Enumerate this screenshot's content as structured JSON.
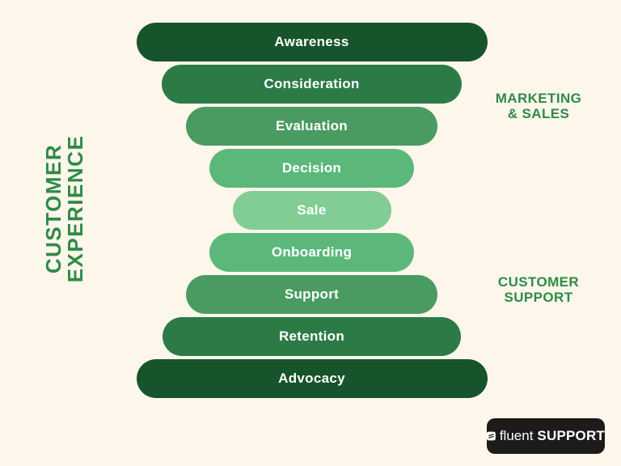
{
  "vertical_title": {
    "line1": "CUSTOMER",
    "line2": "EXPERIENCE"
  },
  "funnel": {
    "stages": [
      {
        "label": "Awareness",
        "color": "#17542C"
      },
      {
        "label": "Consideration",
        "color": "#2C7B47"
      },
      {
        "label": "Evaluation",
        "color": "#4A9B62"
      },
      {
        "label": "Decision",
        "color": "#5CB87A"
      },
      {
        "label": "Sale",
        "color": "#82CD96"
      },
      {
        "label": "Onboarding",
        "color": "#5CB87A"
      },
      {
        "label": "Support",
        "color": "#4A9B62"
      },
      {
        "label": "Retention",
        "color": "#2C7B47"
      },
      {
        "label": "Advocacy",
        "color": "#17542C"
      }
    ]
  },
  "side_labels": {
    "marketing_sales": {
      "line1": "MARKETING",
      "line2": "& SALES"
    },
    "customer_support": {
      "line1": "CUSTOMER",
      "line2": "SUPPORT"
    }
  },
  "logo": {
    "brand_regular": "fluent",
    "brand_bold": "SUPPORT"
  },
  "colors": {
    "background": "#FCF6EB",
    "label_green": "#2E8B47",
    "bar_text": "#FFFFFF",
    "logo_background": "#1D1B19",
    "bar_palette": [
      "#17542C",
      "#2C7B47",
      "#4A9B62",
      "#5CB87A",
      "#82CD96"
    ]
  }
}
